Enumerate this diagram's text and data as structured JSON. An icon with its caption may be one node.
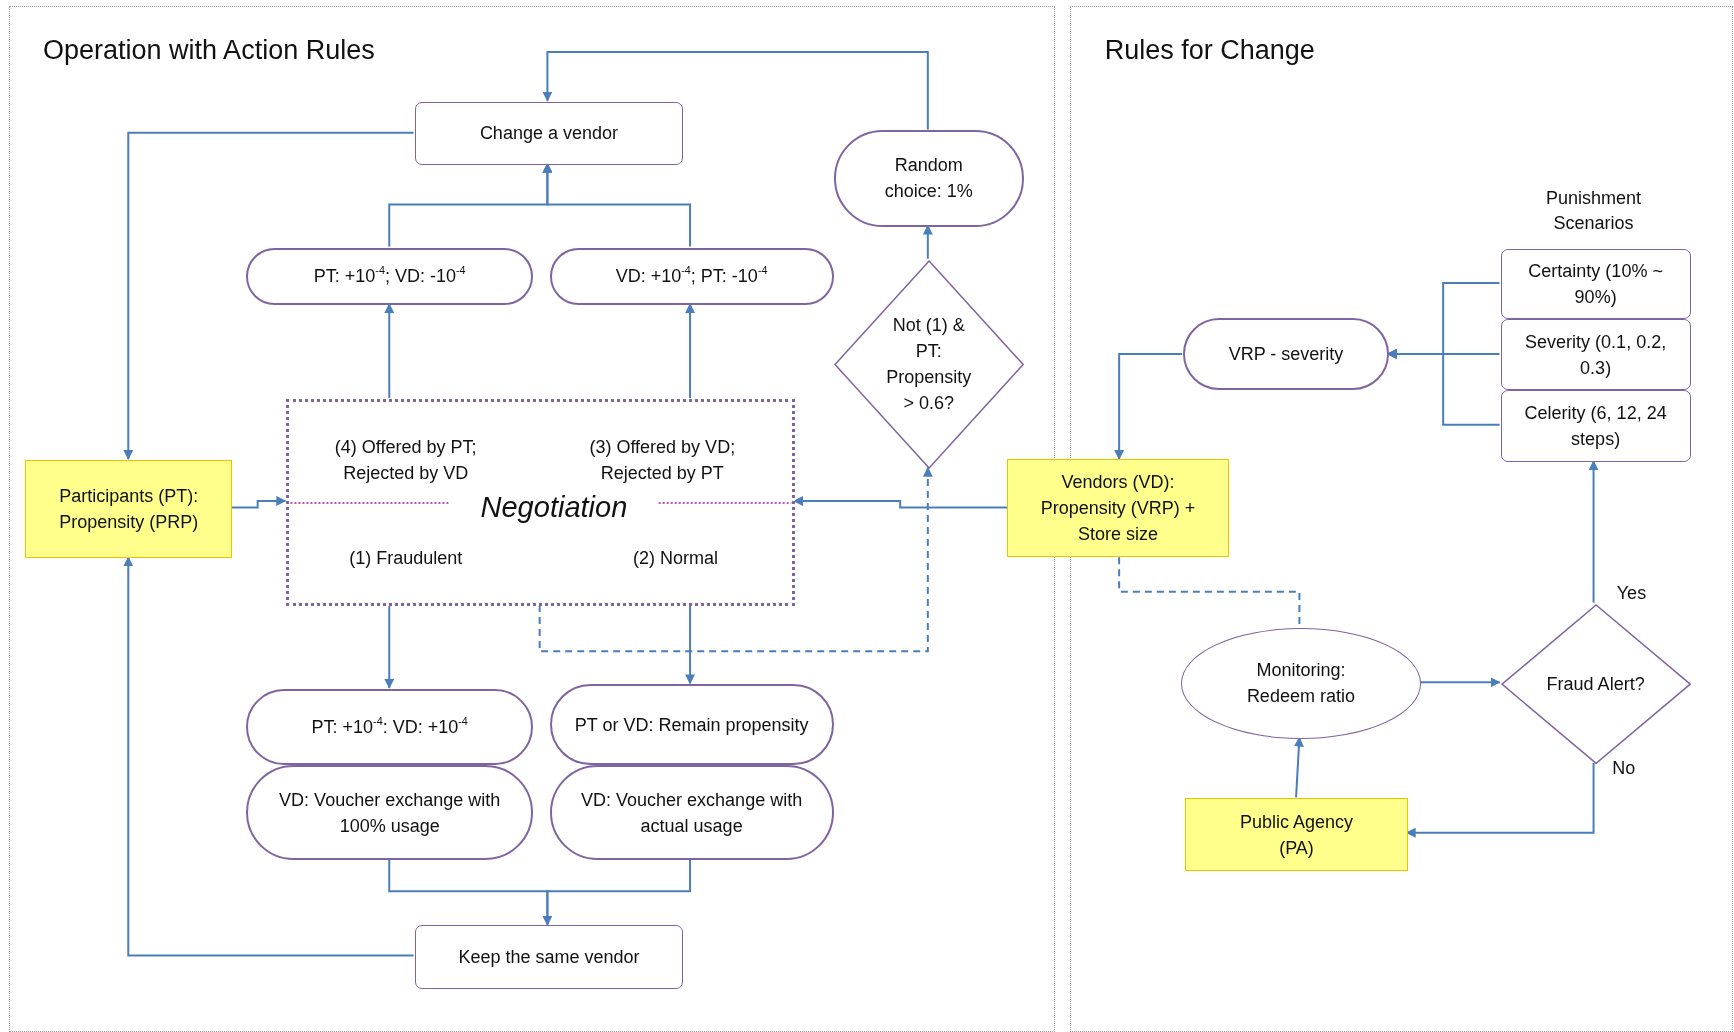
{
  "diagram": {
    "nodes": [
      {
        "text": [
          "Operation with Action Rules"
        ]
      },
      {
        "text": [
          "Rules for Change"
        ]
      },
      {
        "text": [
          "Change a vendor"
        ],
        "in": 0
      },
      {
        "text": [
          "Random choice: 1%"
        ],
        "in": 0
      },
      {
        "text": [
          "PT: +10$^{-4}$; VD: -10$^{-4}$"
        ],
        "in": 0
      },
      {
        "text": [
          "VD: +10$^{-4}$; PT: -10$^{-4}$"
        ],
        "in": 0
      },
      {
        "text": [
          "Not (1) & PT: Propensity > 0.6?"
        ],
        "in": 0
      },
      {
        "text": [
          "Participants (PT): Propensity (PRP)"
        ],
        "in": 0
      },
      {
        "text": [
          "(4) Offered by PT; Rejected by VD",
          "(3) Offered by VD; Rejected by PT",
          "Negotiation",
          "(1) Fraudulent",
          "(2) Normal"
        ],
        "in": 0
      },
      {
        "text": [
          "Vendors (VD): Propensity (VRP) + Store size"
        ]
      },
      {
        "text": [
          "PT: +10$^{-4}$: VD: +10$^{-4}$"
        ],
        "in": 0
      },
      {
        "text": [
          "PT or VD: Remain propensity"
        ],
        "in": 0
      },
      {
        "text": [
          "VD: Voucher exchange with 100% usage"
        ],
        "in": 0
      },
      {
        "text": [
          "VD: Voucher exchange with actual usage"
        ],
        "in": 0
      },
      {
        "text": [
          "Keep the same vendor"
        ],
        "in": 0
      },
      {
        "text": [
          "VRP - severity"
        ],
        "in": 1
      },
      {
        "text": [
          "Certainty (10% ~ 90%)"
        ],
        "in": 1
      },
      {
        "text": [
          "Severity (0.1, 0.2, 0.3)"
        ],
        "in": 1
      },
      {
        "text": [
          "Celerity (6, 12, 24 steps)"
        ],
        "in": 1
      },
      {
        "text": [
          "Monitoring: Redeem ratio"
        ],
        "in": 1
      },
      {
        "text": [
          "Fraud Alert?"
        ],
        "in": 1
      },
      {
        "text": [
          "Public Agency (PA)"
        ],
        "in": 1
      }
    ],
    "edges": [
      {
        "from": 3,
        "to": 2,
        "arrow": "to"
      },
      {
        "from": 6,
        "to": 3,
        "arrow": "to"
      },
      {
        "from": 8,
        "to": 4,
        "arrow": "to"
      },
      {
        "from": 8,
        "to": 5,
        "arrow": "to"
      },
      {
        "from": 4,
        "to": 2,
        "arrow": "to"
      },
      {
        "from": 5,
        "to": 2,
        "arrow": "to"
      },
      {
        "from": 2,
        "to": 7,
        "arrow": "to"
      },
      {
        "from": 7,
        "to": 8,
        "arrow": "to"
      },
      {
        "from": 9,
        "to": 8,
        "arrow": "to"
      },
      {
        "from": 8,
        "to": 6,
        "arrow": "to",
        "style": "dashed"
      },
      {
        "from": 8,
        "to": 10,
        "arrow": "to"
      },
      {
        "from": 8,
        "to": 11,
        "arrow": "to"
      },
      {
        "from": 12,
        "to": 14,
        "arrow": "to"
      },
      {
        "from": 13,
        "to": 14,
        "arrow": "to"
      },
      {
        "from": 14,
        "to": 7,
        "arrow": "to"
      },
      {
        "from": 15,
        "to": 9,
        "arrow": "to"
      },
      {
        "from": 16,
        "to": 15,
        "arrow": "to"
      },
      {
        "from": 17,
        "to": 15,
        "arrow": "to"
      },
      {
        "from": 18,
        "to": 15,
        "arrow": "to"
      },
      {
        "from": 9,
        "to": 19,
        "arrow": "none",
        "style": "dashed"
      },
      {
        "from": 21,
        "to": 19,
        "arrow": "to"
      },
      {
        "from": 19,
        "to": 20,
        "arrow": "to"
      },
      {
        "from": 20,
        "to": 18,
        "arrow": "to",
        "label": "Yes"
      },
      {
        "from": 20,
        "to": 21,
        "arrow": "to",
        "label": "No"
      }
    ],
    "labels": [
      "Punishment Scenarios"
    ]
  }
}
